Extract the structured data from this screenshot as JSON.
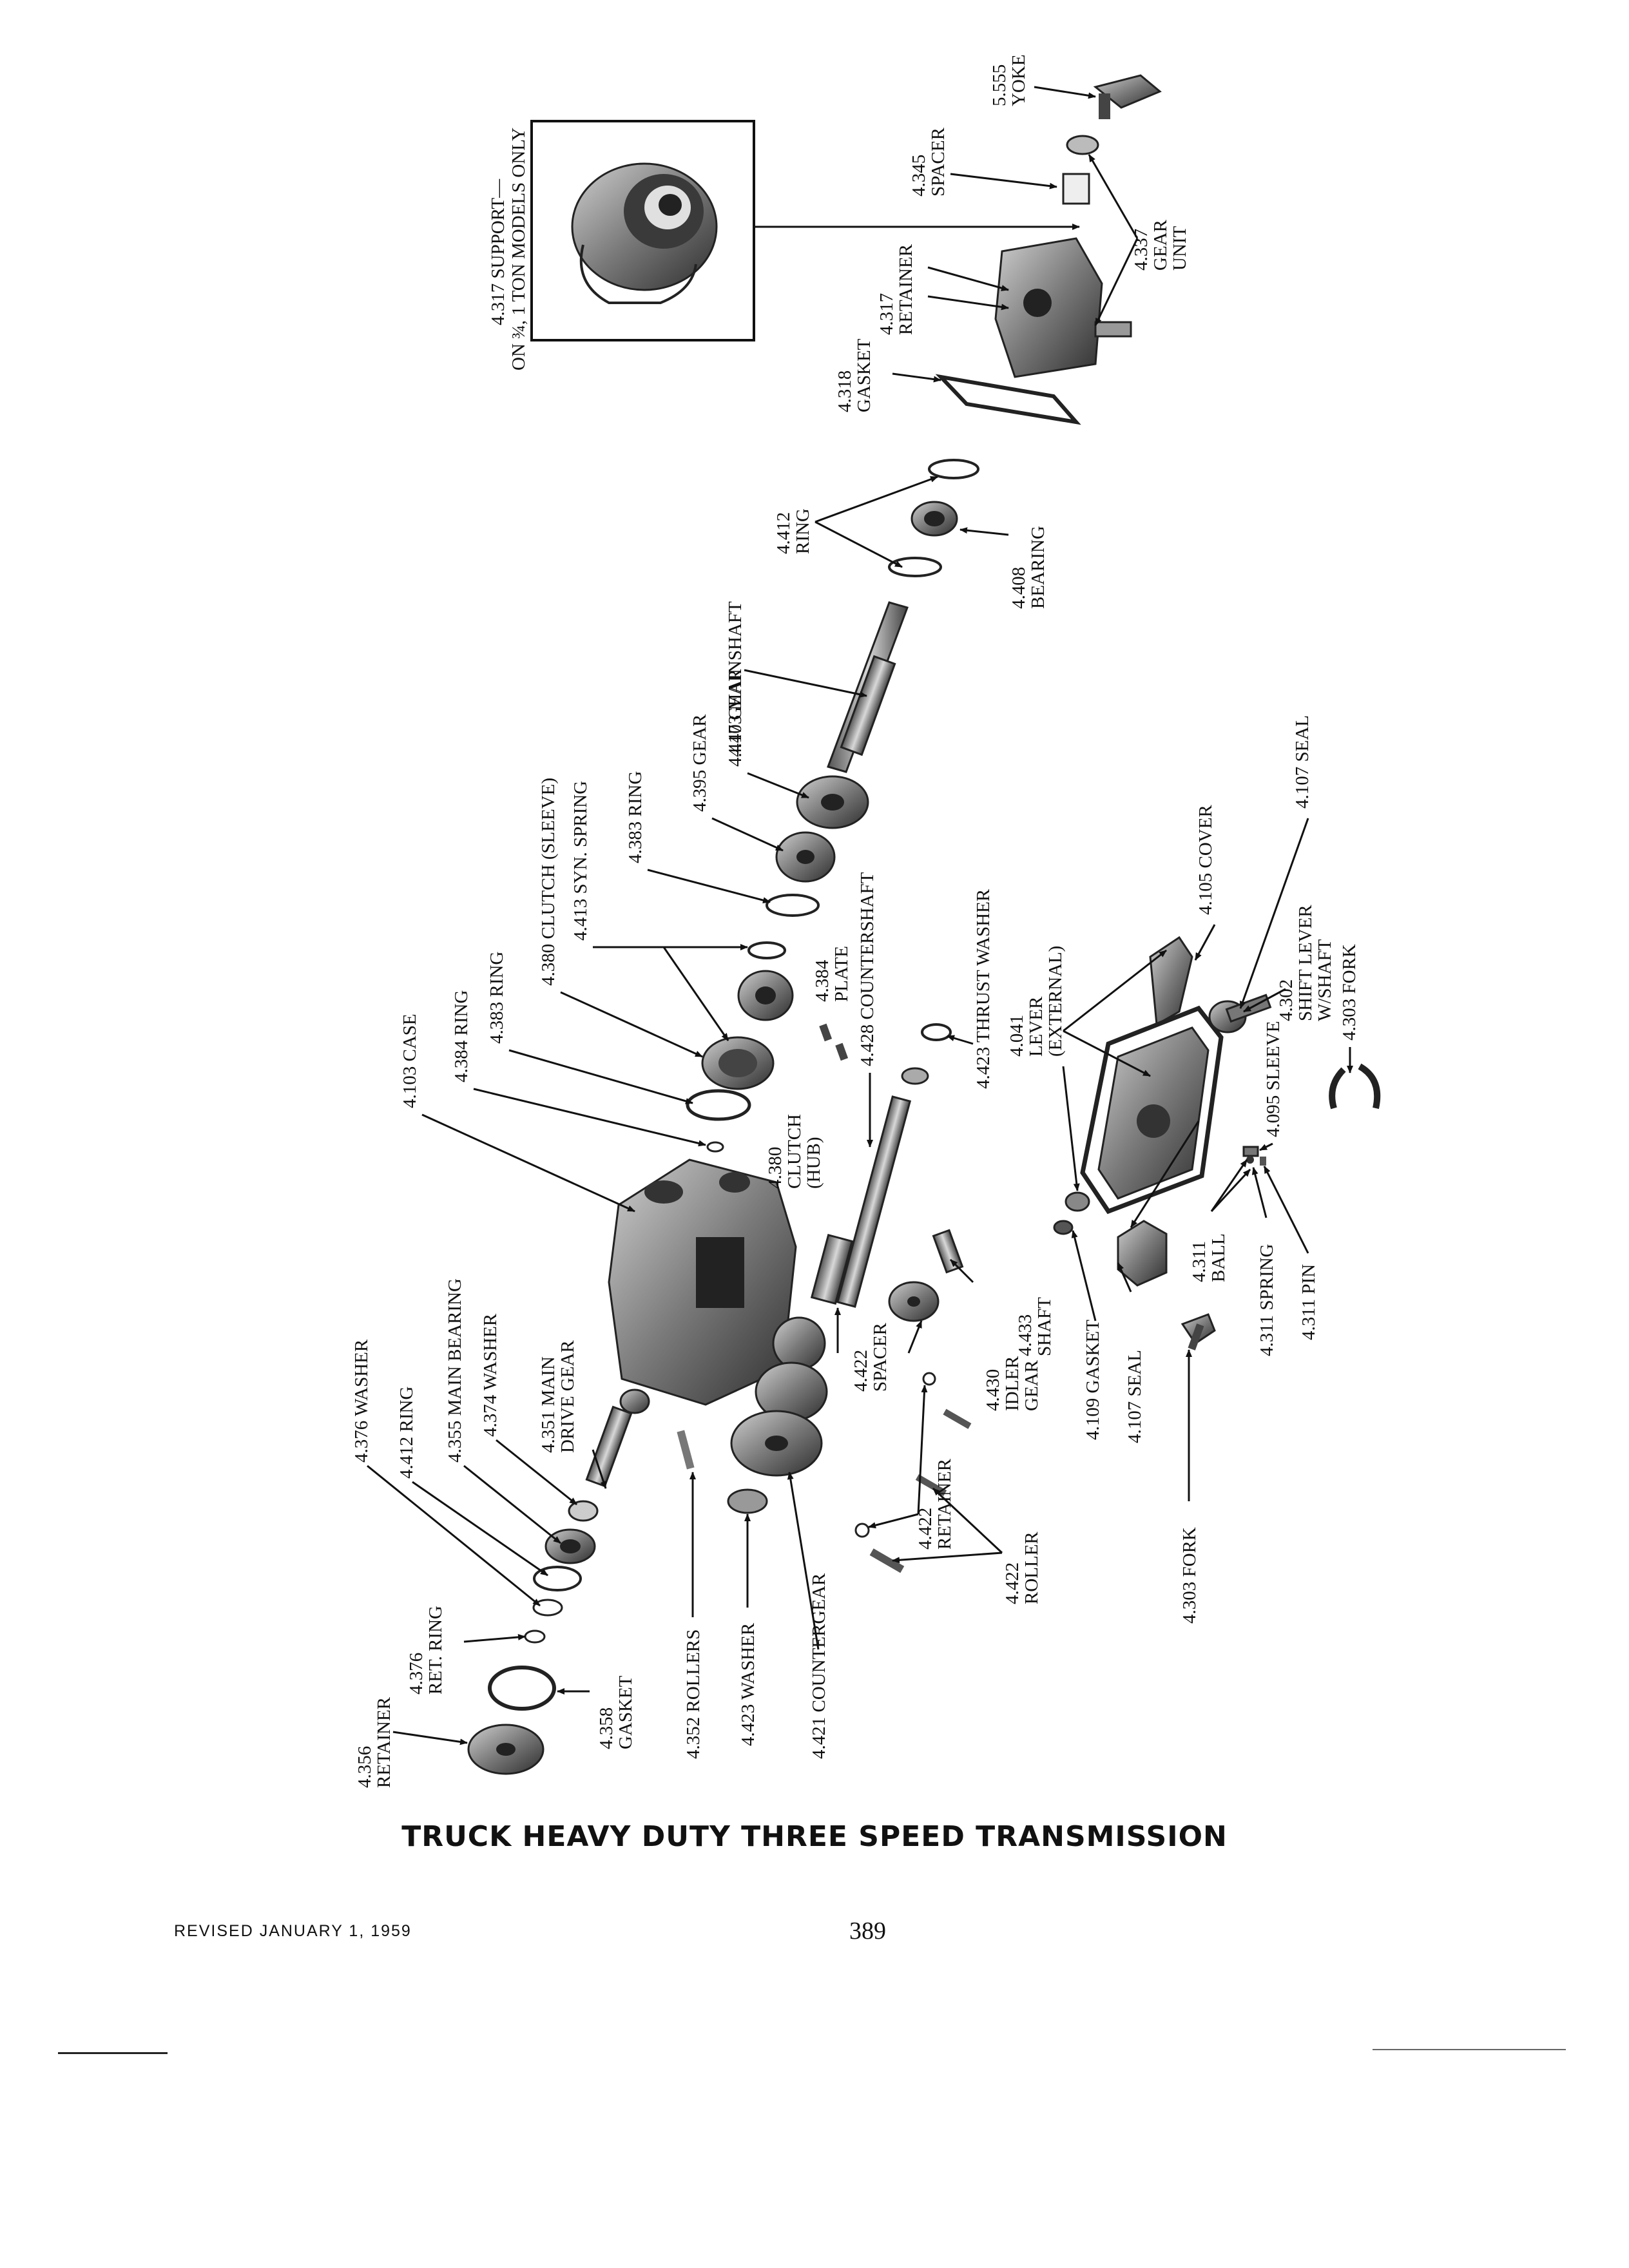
{
  "title": "TRUCK HEAVY DUTY THREE SPEED TRANSMISSION",
  "revised": "REVISED JANUARY 1, 1959",
  "page_number": "389",
  "inset": {
    "line1": "4.317 SUPPORT—",
    "line2": "ON ¾, 1 TON MODELS ONLY"
  },
  "labels": {
    "yoke": [
      "5.555",
      "YOKE"
    ],
    "spacer_4345": [
      "4.345",
      "SPACER"
    ],
    "gear_unit": [
      "4.337",
      "GEAR",
      "UNIT"
    ],
    "retainer_4317": [
      "4.317",
      "RETAINER"
    ],
    "gasket_4318": [
      "4.318",
      "GASKET"
    ],
    "ring_4412_top": [
      "4.412",
      "RING"
    ],
    "bearing_4408": [
      "4.408",
      "BEARING"
    ],
    "mainshaft": [
      "4.403 MAINSHAFT"
    ],
    "gear_4417": [
      "4.417 GEAR"
    ],
    "gear_4395": [
      "4.395 GEAR"
    ],
    "ring_4383_top": [
      "4.383 RING"
    ],
    "syn_spring": [
      "4.413 SYN. SPRING"
    ],
    "clutch_sleeve": [
      "4.380 CLUTCH (SLEEVE)"
    ],
    "ring_4383": [
      "4.383 RING"
    ],
    "ring_4384": [
      "4.384 RING"
    ],
    "case": [
      "4.103 CASE"
    ],
    "plate": [
      "4.384",
      "PLATE"
    ],
    "countershaft": [
      "4.428 COUNTERSHAFT"
    ],
    "clutch_hub": [
      "4.380",
      "CLUTCH",
      "(HUB)"
    ],
    "thrust_washer": [
      "4.423 THRUST WASHER"
    ],
    "lever_ext": [
      "4.041",
      "LEVER",
      "(EXTERNAL)"
    ],
    "cover": [
      "4.105 COVER"
    ],
    "seal_top": [
      "4.107 SEAL"
    ],
    "shift_lever": [
      "4.302",
      "SHIFT LEVER",
      "W/SHAFT"
    ],
    "fork_top": [
      "4.303 FORK"
    ],
    "sleeve": [
      "4.095 SLEEVE"
    ],
    "ball": [
      "4.311",
      "BALL"
    ],
    "spring": [
      "4.311 SPRING"
    ],
    "pin": [
      "4.311 PIN"
    ],
    "gasket_4109": [
      "4.109 GASKET"
    ],
    "seal_bottom": [
      "4.107 SEAL"
    ],
    "fork_bottom": [
      "4.303 FORK"
    ],
    "idler_gear": [
      "4.430",
      "IDLER",
      "GEAR"
    ],
    "shaft": [
      "4.433",
      "SHAFT"
    ],
    "spacer_4422": [
      "4.422",
      "SPACER"
    ],
    "retainer_4422": [
      "4.422",
      "RETAINER"
    ],
    "roller_4422": [
      "4.422",
      "ROLLER"
    ],
    "countergear": [
      "4.421 COUNTERGEAR"
    ],
    "washer_4423": [
      "4.423 WASHER"
    ],
    "rollers_4352": [
      "4.352 ROLLERS"
    ],
    "main_drive_gear": [
      "4.351 MAIN",
      "DRIVE GEAR"
    ],
    "washer_4374": [
      "4.374 WASHER"
    ],
    "main_bearing": [
      "4.355 MAIN BEARING"
    ],
    "ring_4412": [
      "4.412 RING"
    ],
    "washer_4376": [
      "4.376 WASHER"
    ],
    "ret_ring": [
      "4.376",
      "RET. RING"
    ],
    "gasket_4358": [
      "4.358",
      "GASKET"
    ],
    "retainer_4356": [
      "4.356",
      "RETAINER"
    ]
  }
}
